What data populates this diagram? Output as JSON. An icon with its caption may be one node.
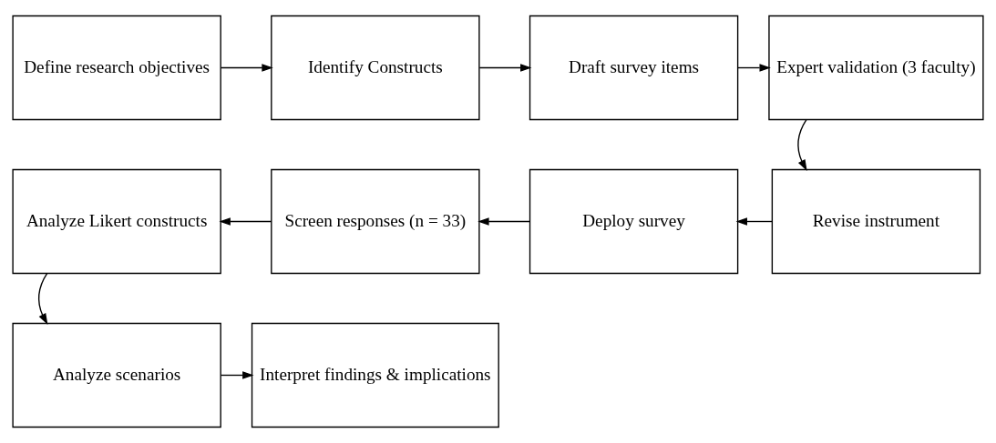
{
  "diagram": {
    "nodes": [
      {
        "text": [
          "Define research objectives"
        ]
      },
      {
        "text": [
          "Identify Constructs"
        ]
      },
      {
        "text": [
          "Draft survey items"
        ]
      },
      {
        "text": [
          "Expert validation (3 faculty)"
        ]
      },
      {
        "text": [
          "Revise instrument"
        ]
      },
      {
        "text": [
          "Deploy survey"
        ]
      },
      {
        "text": [
          "Screen responses (n = 33)"
        ]
      },
      {
        "text": [
          "Analyze Likert constructs"
        ]
      },
      {
        "text": [
          "Analyze scenarios"
        ]
      },
      {
        "text": [
          "Interpret findings & implications"
        ]
      }
    ],
    "edges": [
      {
        "from": 0,
        "to": 1,
        "arrow": "to"
      },
      {
        "from": 1,
        "to": 2,
        "arrow": "to"
      },
      {
        "from": 2,
        "to": 3,
        "arrow": "to"
      },
      {
        "from": 3,
        "to": 4,
        "arrow": "to"
      },
      {
        "from": 4,
        "to": 5,
        "arrow": "to"
      },
      {
        "from": 5,
        "to": 6,
        "arrow": "to"
      },
      {
        "from": 6,
        "to": 7,
        "arrow": "to"
      },
      {
        "from": 7,
        "to": 8,
        "arrow": "to"
      },
      {
        "from": 8,
        "to": 9,
        "arrow": "to"
      }
    ]
  }
}
